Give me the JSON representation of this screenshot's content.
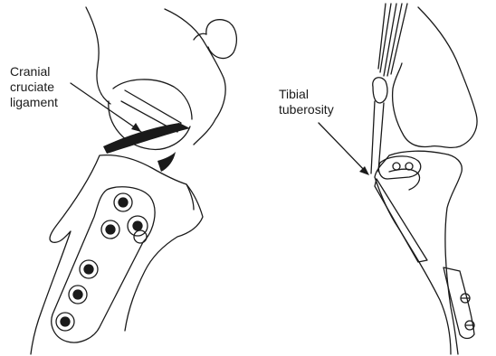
{
  "labels": {
    "cranial_cruciate": [
      "Cranial",
      "cruciate",
      "ligament"
    ],
    "tibial_tuberosity": [
      "Tibial",
      "tuberosity"
    ]
  },
  "colors": {
    "ink": "#1a1a1a",
    "background": "#ffffff"
  }
}
